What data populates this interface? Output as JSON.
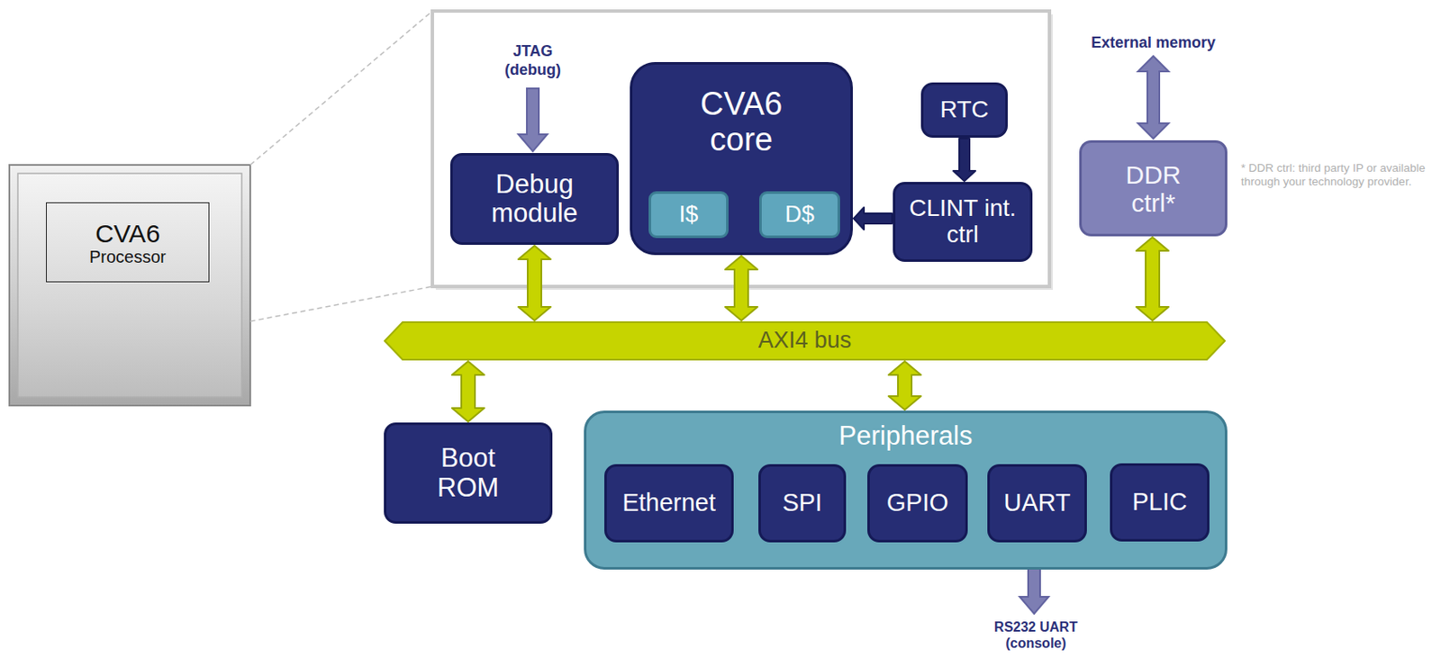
{
  "diagram": {
    "nodes": [
      {
        "text": [
          "CVA6",
          "Processor"
        ]
      },
      {
        "text": [
          "Debug module"
        ]
      },
      {
        "text": [
          "CVA6 core"
        ]
      },
      {
        "text": [
          "I$"
        ],
        "in": 2
      },
      {
        "text": [
          "D$"
        ],
        "in": 2
      },
      {
        "text": [
          "RTC"
        ]
      },
      {
        "text": [
          "CLINT int. ctrl"
        ]
      },
      {
        "text": [
          "DDR ctrl*"
        ]
      },
      {
        "text": [
          "AXI4 bus"
        ]
      },
      {
        "text": [
          "Boot ROM"
        ]
      },
      {
        "text": [
          "Peripherals"
        ]
      },
      {
        "text": [
          "Ethernet"
        ],
        "in": 10
      },
      {
        "text": [
          "SPI"
        ],
        "in": 10
      },
      {
        "text": [
          "GPIO"
        ],
        "in": 10
      },
      {
        "text": [
          "UART"
        ],
        "in": 10
      },
      {
        "text": [
          "PLIC"
        ],
        "in": 10
      }
    ],
    "edges": [
      {
        "from": 5,
        "to": 6,
        "arrow": "to"
      },
      {
        "from": 6,
        "to": 2,
        "arrow": "to"
      },
      {
        "from": 1,
        "to": 8,
        "arrow": "both"
      },
      {
        "from": 2,
        "to": 8,
        "arrow": "both"
      },
      {
        "from": 7,
        "to": 8,
        "arrow": "both"
      },
      {
        "from": 8,
        "to": 9,
        "arrow": "both"
      },
      {
        "from": 8,
        "to": 10,
        "arrow": "both"
      }
    ],
    "labels": [
      "JTAG (debug)",
      "External memory",
      "* DDR ctrl: third party IP or available through your technology provider.",
      "RS232 UART (console)"
    ]
  }
}
